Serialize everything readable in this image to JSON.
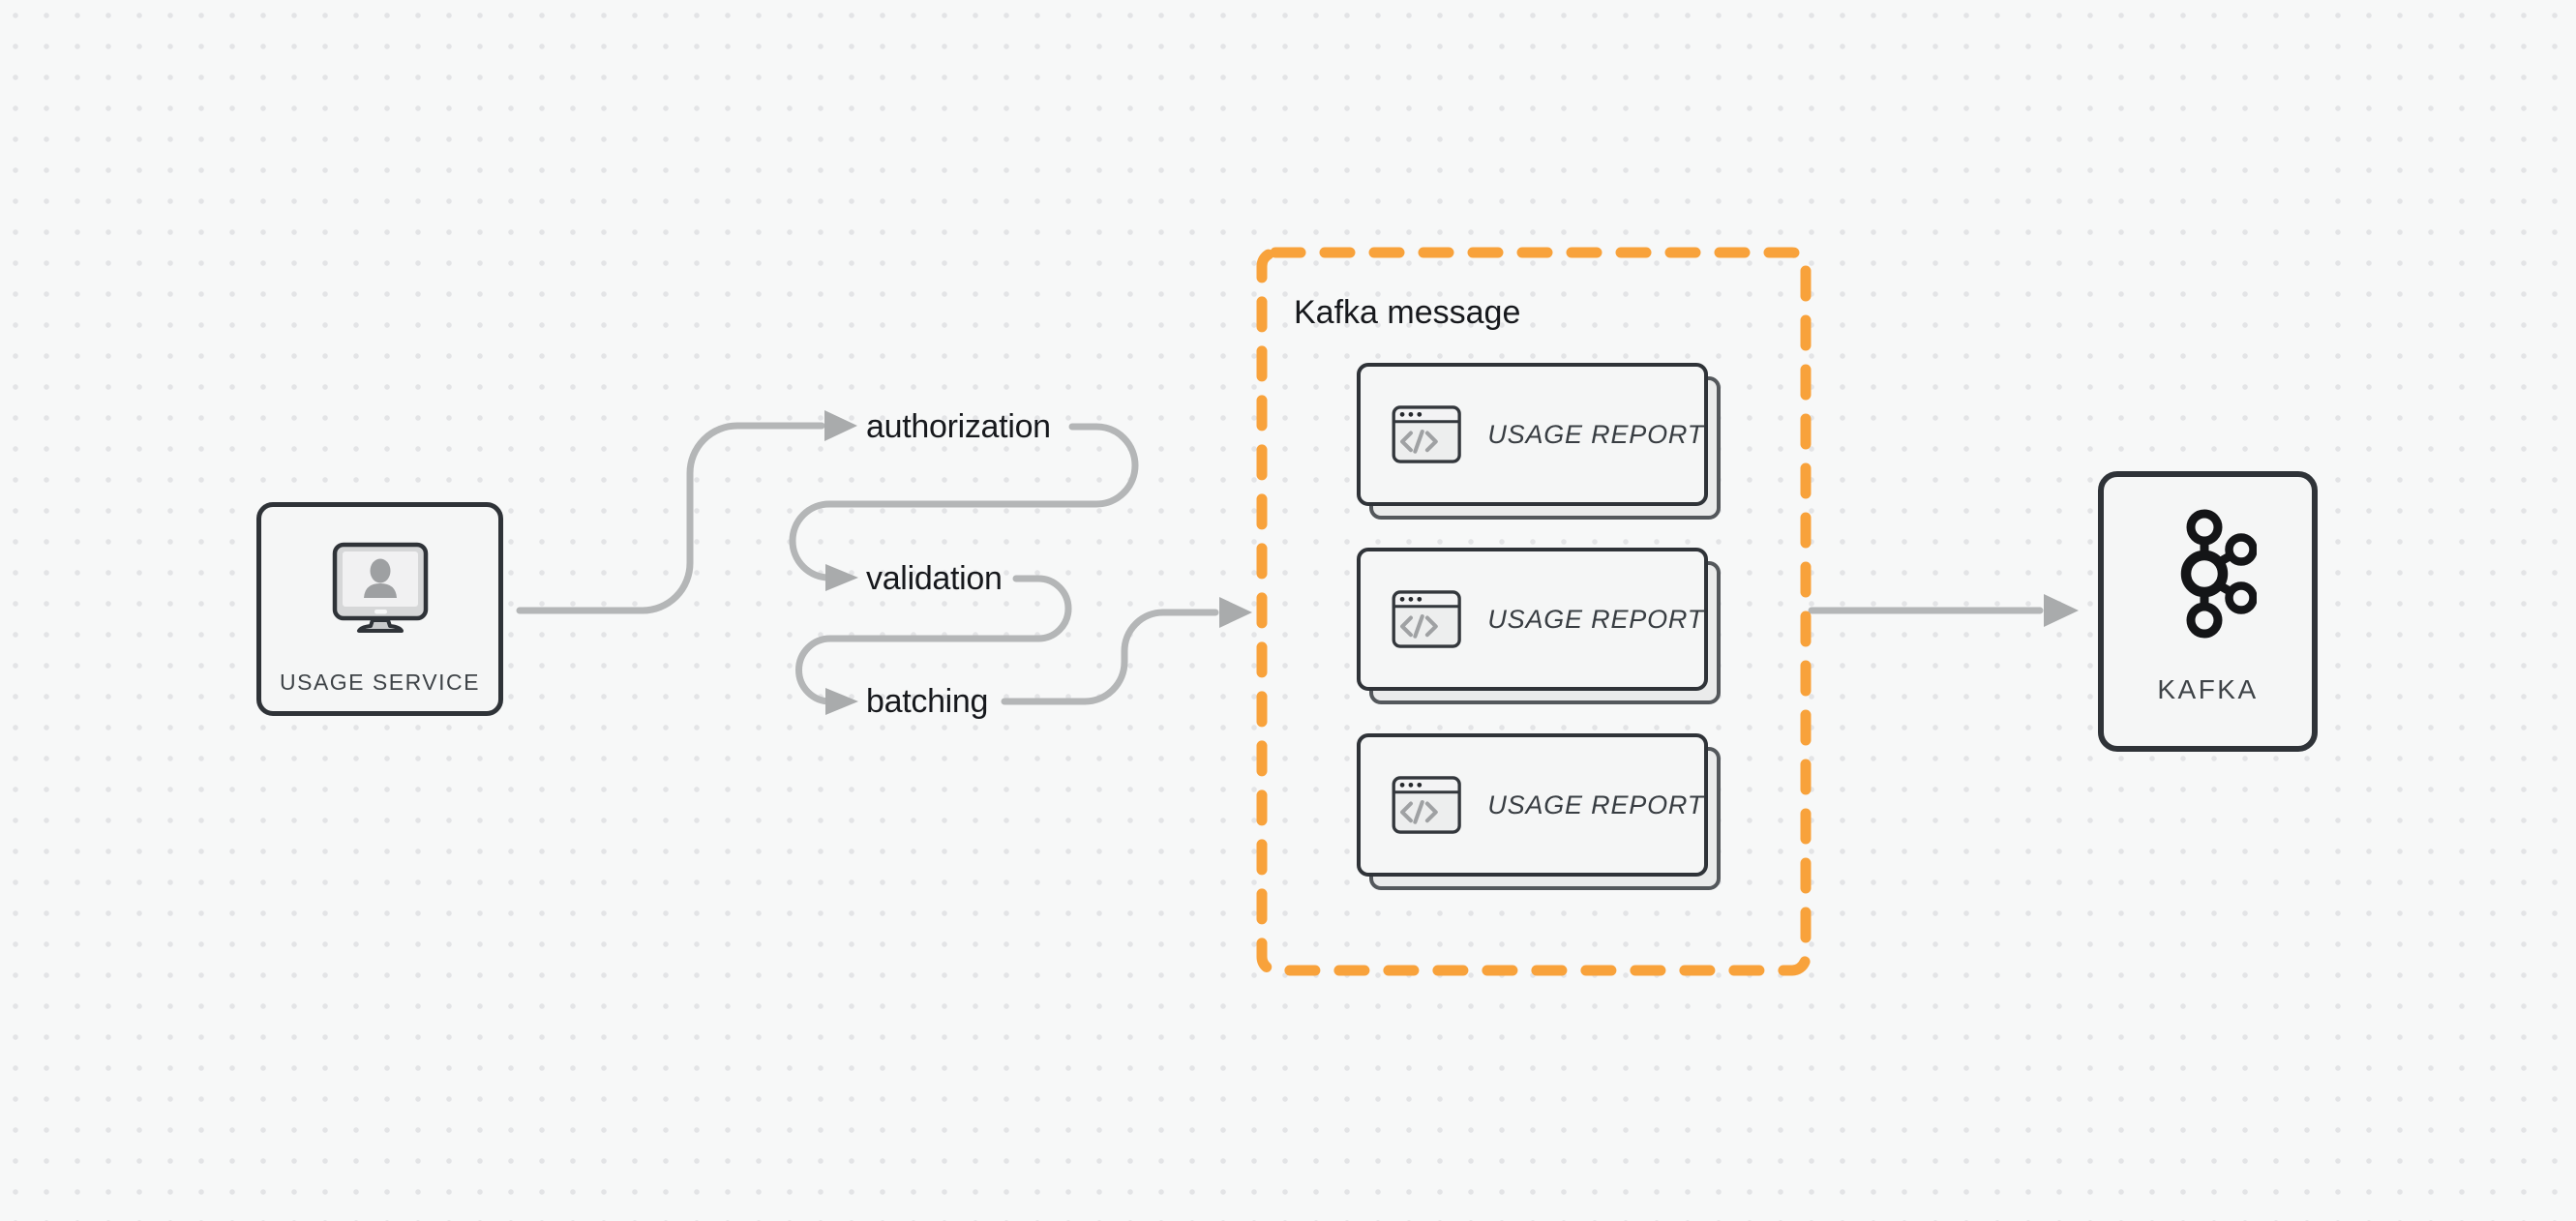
{
  "colors": {
    "background": "#F7F8F8",
    "grid_dot": "#E3E4E6",
    "connector_gray": "#B4B6B7",
    "arrowhead_gray": "#A9ABAC",
    "node_border_dark": "#2F3338",
    "node_fill": "#F5F6F6",
    "accent_orange": "#F8A23B",
    "step_text": "#17191D",
    "node_label_text": "#3E4347"
  },
  "nodes": {
    "usage_service": {
      "label": "USAGE SERVICE",
      "icon": "monitor-user-icon"
    },
    "kafka": {
      "label": "KAFKA",
      "icon": "kafka-logo-icon"
    }
  },
  "pipeline_steps": [
    {
      "label": "authorization"
    },
    {
      "label": "validation"
    },
    {
      "label": "batching"
    }
  ],
  "kafka_message_group": {
    "title": "Kafka message",
    "cards": [
      {
        "label": "USAGE REPORT",
        "icon": "code-window-icon"
      },
      {
        "label": "USAGE REPORT",
        "icon": "code-window-icon"
      },
      {
        "label": "USAGE REPORT",
        "icon": "code-window-icon"
      }
    ]
  }
}
